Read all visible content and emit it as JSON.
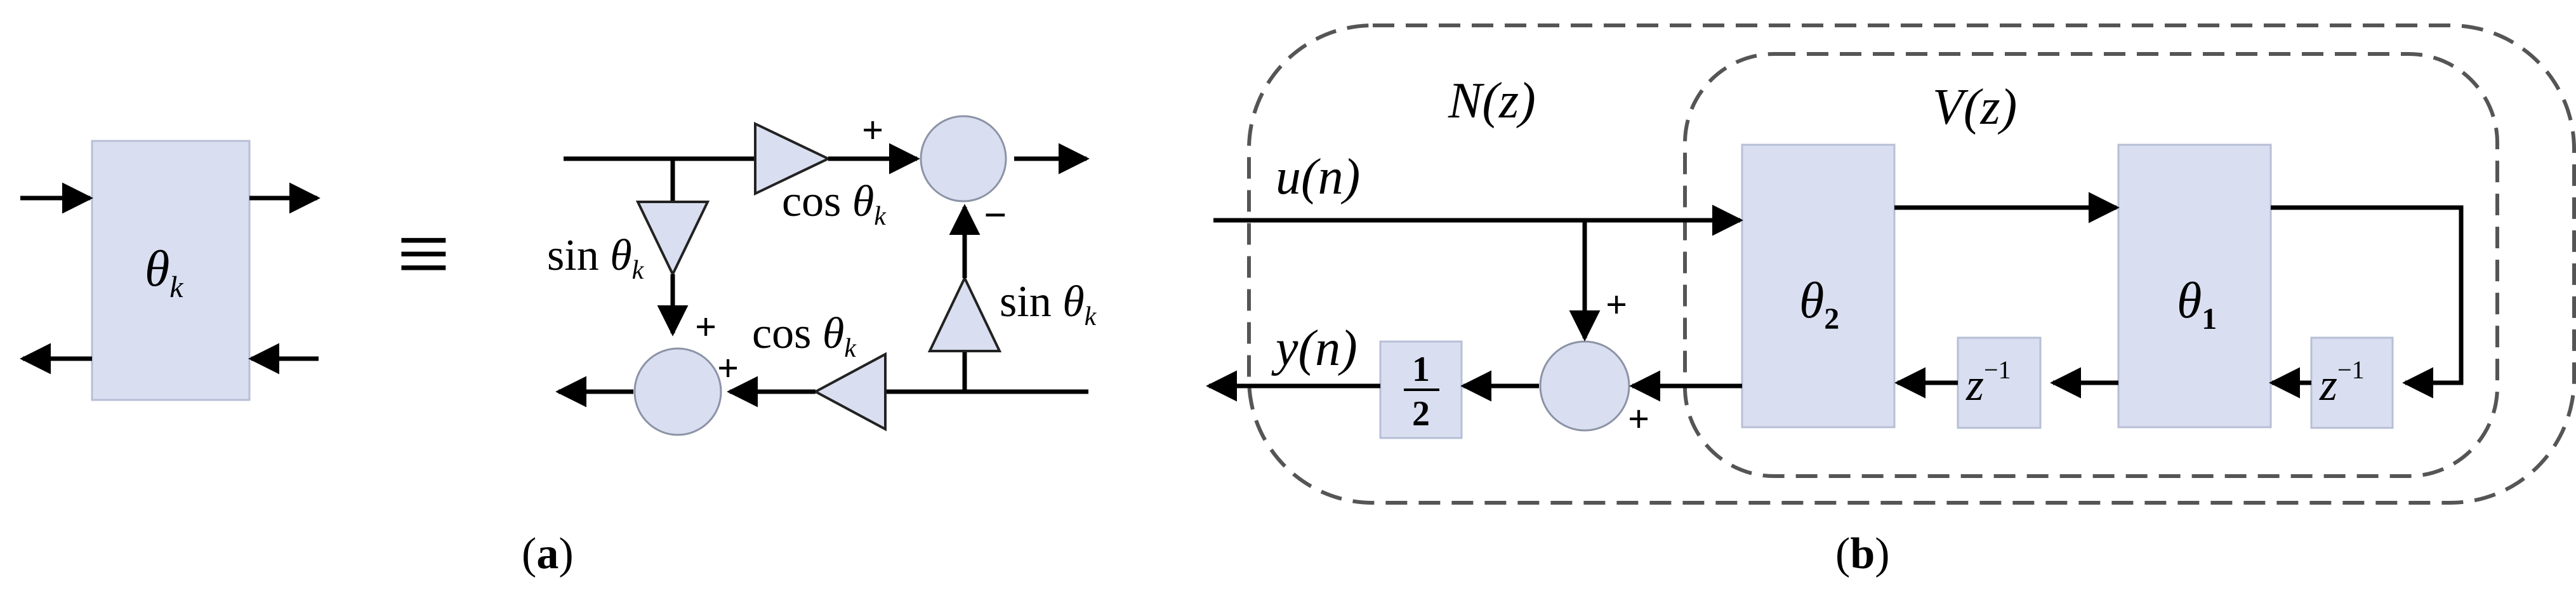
{
  "panel_a": {
    "block_symbol": "θ",
    "block_subscript": "k",
    "equiv": "≡",
    "plus_top": "+",
    "minus_sum": "−",
    "plus_bottom_a": "+",
    "plus_bottom_b": "+",
    "sin_left_fn": "sin",
    "sin_left_sym": "θ",
    "sin_left_sub": "k",
    "cos_top_fn": "cos",
    "cos_top_sym": "θ",
    "cos_top_sub": "k",
    "sin_right_fn": "sin",
    "sin_right_sym": "θ",
    "sin_right_sub": "k",
    "cos_bottom_fn": "cos",
    "cos_bottom_sym": "θ",
    "cos_bottom_sub": "k",
    "caption_open": "(",
    "caption_letter": "a",
    "caption_close": ")"
  },
  "panel_b": {
    "n_label": "N(z)",
    "v_label": "V(z)",
    "input_label": "u(n)",
    "output_label": "y(n)",
    "theta2_sym": "θ",
    "theta2_sub": "2",
    "theta1_sym": "θ",
    "theta1_sub": "1",
    "delay1_base": "z",
    "delay1_exp": "−1",
    "delay2_base": "z",
    "delay2_exp": "−1",
    "half_num": "1",
    "half_den": "2",
    "plus_top": "+",
    "plus_bottom": "+",
    "caption_open": "(",
    "caption_letter": "b",
    "caption_close": ")"
  }
}
